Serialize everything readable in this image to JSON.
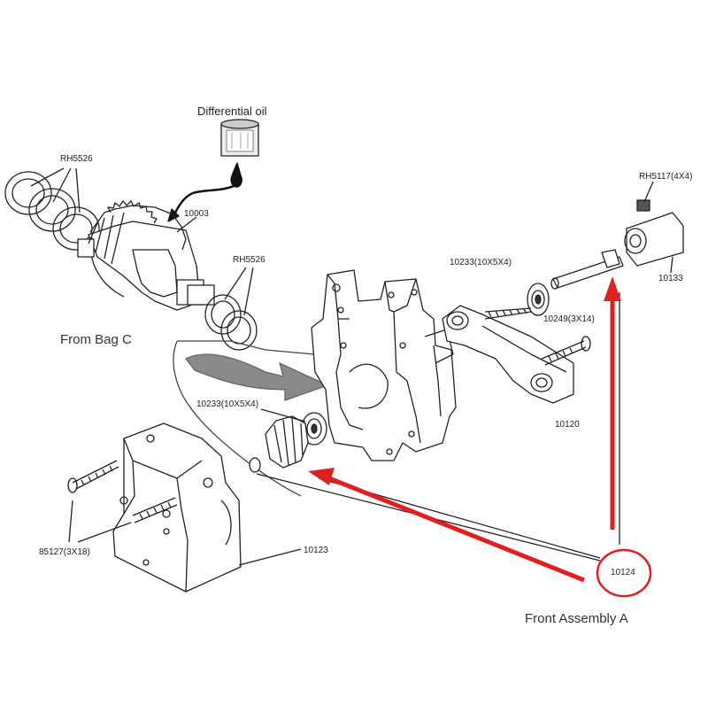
{
  "labels": {
    "differential_oil": "Differential oil",
    "rh5526_top": "RH5526",
    "part_10003": "10003",
    "rh5526_mid": "RH5526",
    "from_bag_c": "From Bag C",
    "rh5117": "RH5117(4X4)",
    "part_10233_top": "10233(10X5X4)",
    "part_10133": "10133",
    "part_10249": "10249(3X14)",
    "part_10233_mid": "10233(10X5X4)",
    "part_10120": "10120",
    "part_85127": "85127(3X18)",
    "part_10123": "10123",
    "part_10124": "10124",
    "front_assembly": "Front Assembly A"
  },
  "colors": {
    "line": "#222222",
    "highlight_red": "#e02020",
    "arrow_gray": "#8a8a8a",
    "oil_drop": "#111111"
  }
}
